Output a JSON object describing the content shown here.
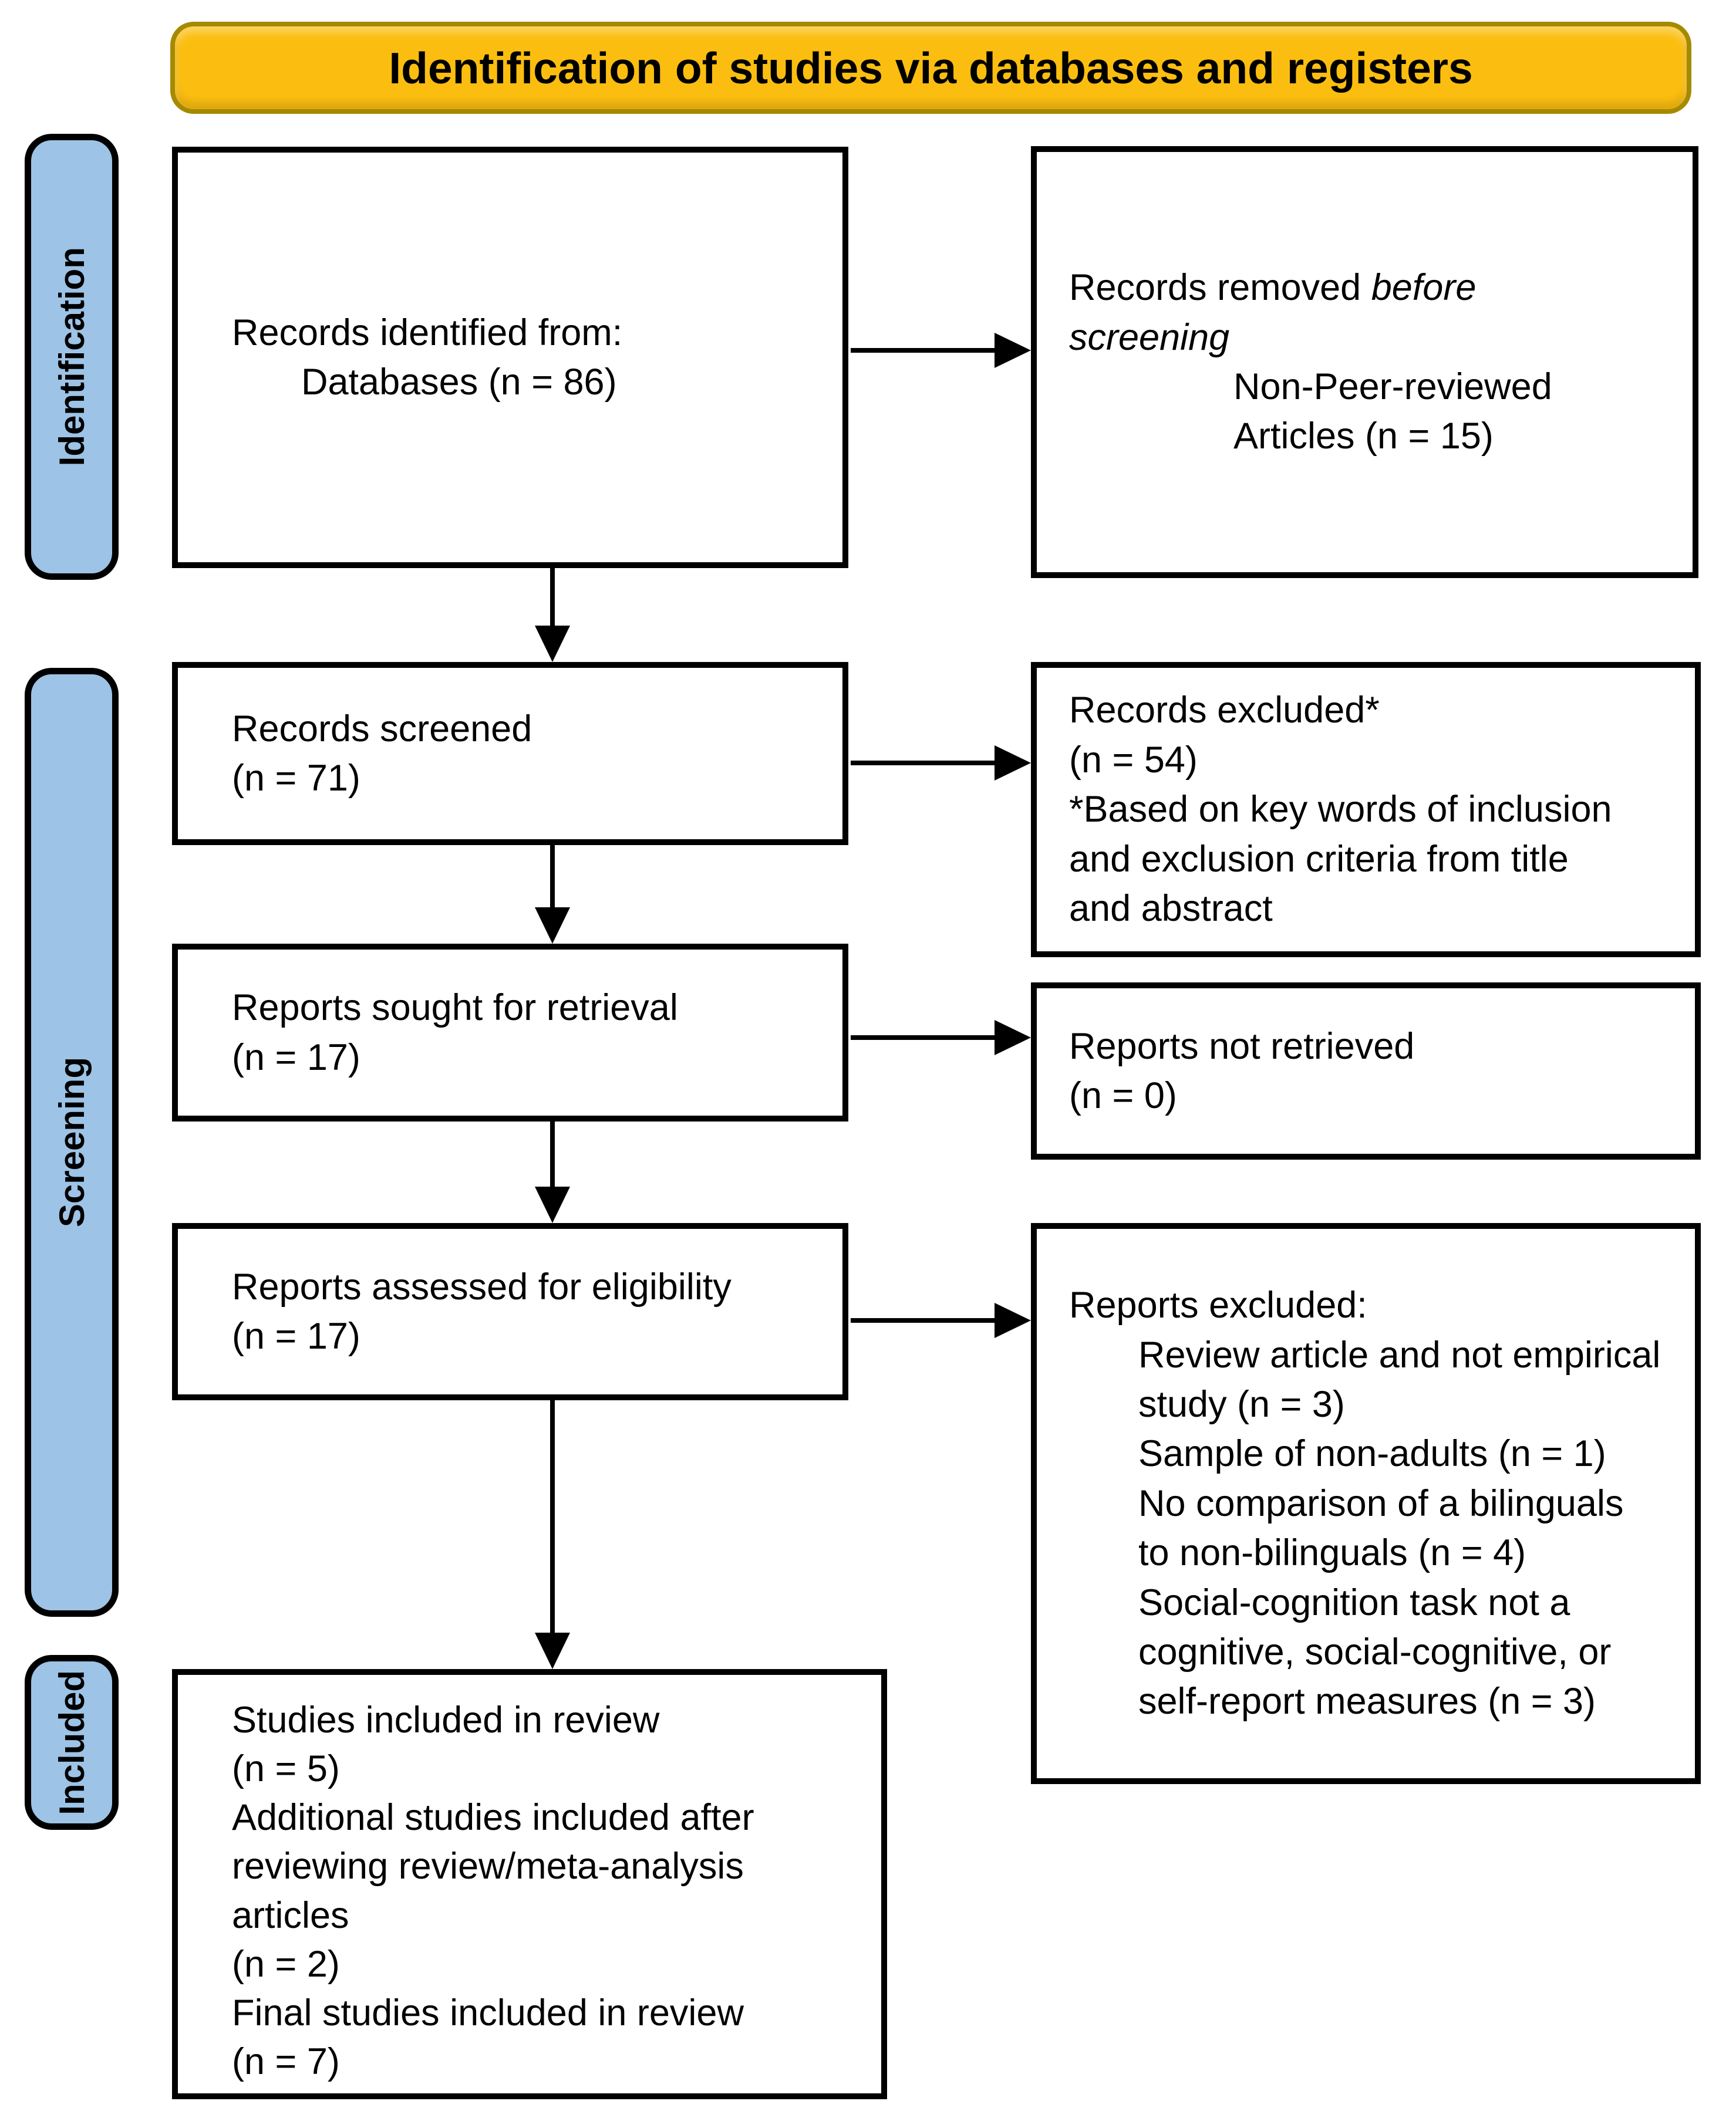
{
  "banner": {
    "title": "Identification of studies via databases and registers"
  },
  "stages": [
    {
      "id": "identification",
      "label": "Identification"
    },
    {
      "id": "screening",
      "label": "Screening"
    },
    {
      "id": "included",
      "label": "Included"
    }
  ],
  "boxes": {
    "records_identified": {
      "lines": [
        "Records identified from:",
        {
          "indent": 1,
          "text": "Databases (n = 86)"
        }
      ]
    },
    "records_removed": {
      "lines": [
        {
          "segments": [
            {
              "text": "Records removed "
            },
            {
              "text": "before",
              "italic": true
            }
          ]
        },
        {
          "segments": [
            {
              "text": "screening",
              "italic": true
            }
          ]
        },
        {
          "indent": 1,
          "text": "Non-Peer-reviewed"
        },
        {
          "indent": 1,
          "text": "Articles (n = 15)"
        }
      ]
    },
    "records_screened": {
      "lines": [
        "Records screened",
        "(n = 71)"
      ]
    },
    "records_excluded": {
      "lines": [
        "Records excluded*",
        "(n = 54)",
        "*Based on key words of inclusion",
        "and exclusion criteria from title",
        "and abstract"
      ]
    },
    "reports_sought": {
      "lines": [
        "Reports sought for retrieval",
        "(n = 17)"
      ]
    },
    "reports_not_retrieved": {
      "lines": [
        "Reports not retrieved",
        "(n = 0)"
      ]
    },
    "reports_assessed": {
      "lines": [
        "Reports assessed for eligibility",
        "(n = 17)"
      ]
    },
    "reports_excluded": {
      "lines": [
        "Reports excluded:",
        {
          "indent": 1,
          "text": "Review article and not empirical"
        },
        {
          "indent": 1,
          "text": "study (n = 3)"
        },
        {
          "indent": 1,
          "text": "Sample of non-adults (n = 1)"
        },
        {
          "indent": 1,
          "text": "No comparison of a bilinguals"
        },
        {
          "indent": 1,
          "text": "to non-bilinguals (n = 4)"
        },
        {
          "indent": 1,
          "text": "Social-cognition task not a"
        },
        {
          "indent": 1,
          "text": "cognitive, social-cognitive, or"
        },
        {
          "indent": 1,
          "text": "self-report measures (n = 3)"
        }
      ]
    },
    "studies_included": {
      "lines": [
        "Studies included in review",
        "(n = 5)",
        "Additional studies included after",
        "reviewing review/meta-analysis",
        "articles",
        "(n = 2)",
        "Final studies included in review",
        "(n = 7)"
      ]
    }
  },
  "colors": {
    "banner_fill": "#FBBE10",
    "banner_border": "#A58A00",
    "stage_fill": "#9DC3E6",
    "box_border": "#000000",
    "arrow": "#000000"
  }
}
